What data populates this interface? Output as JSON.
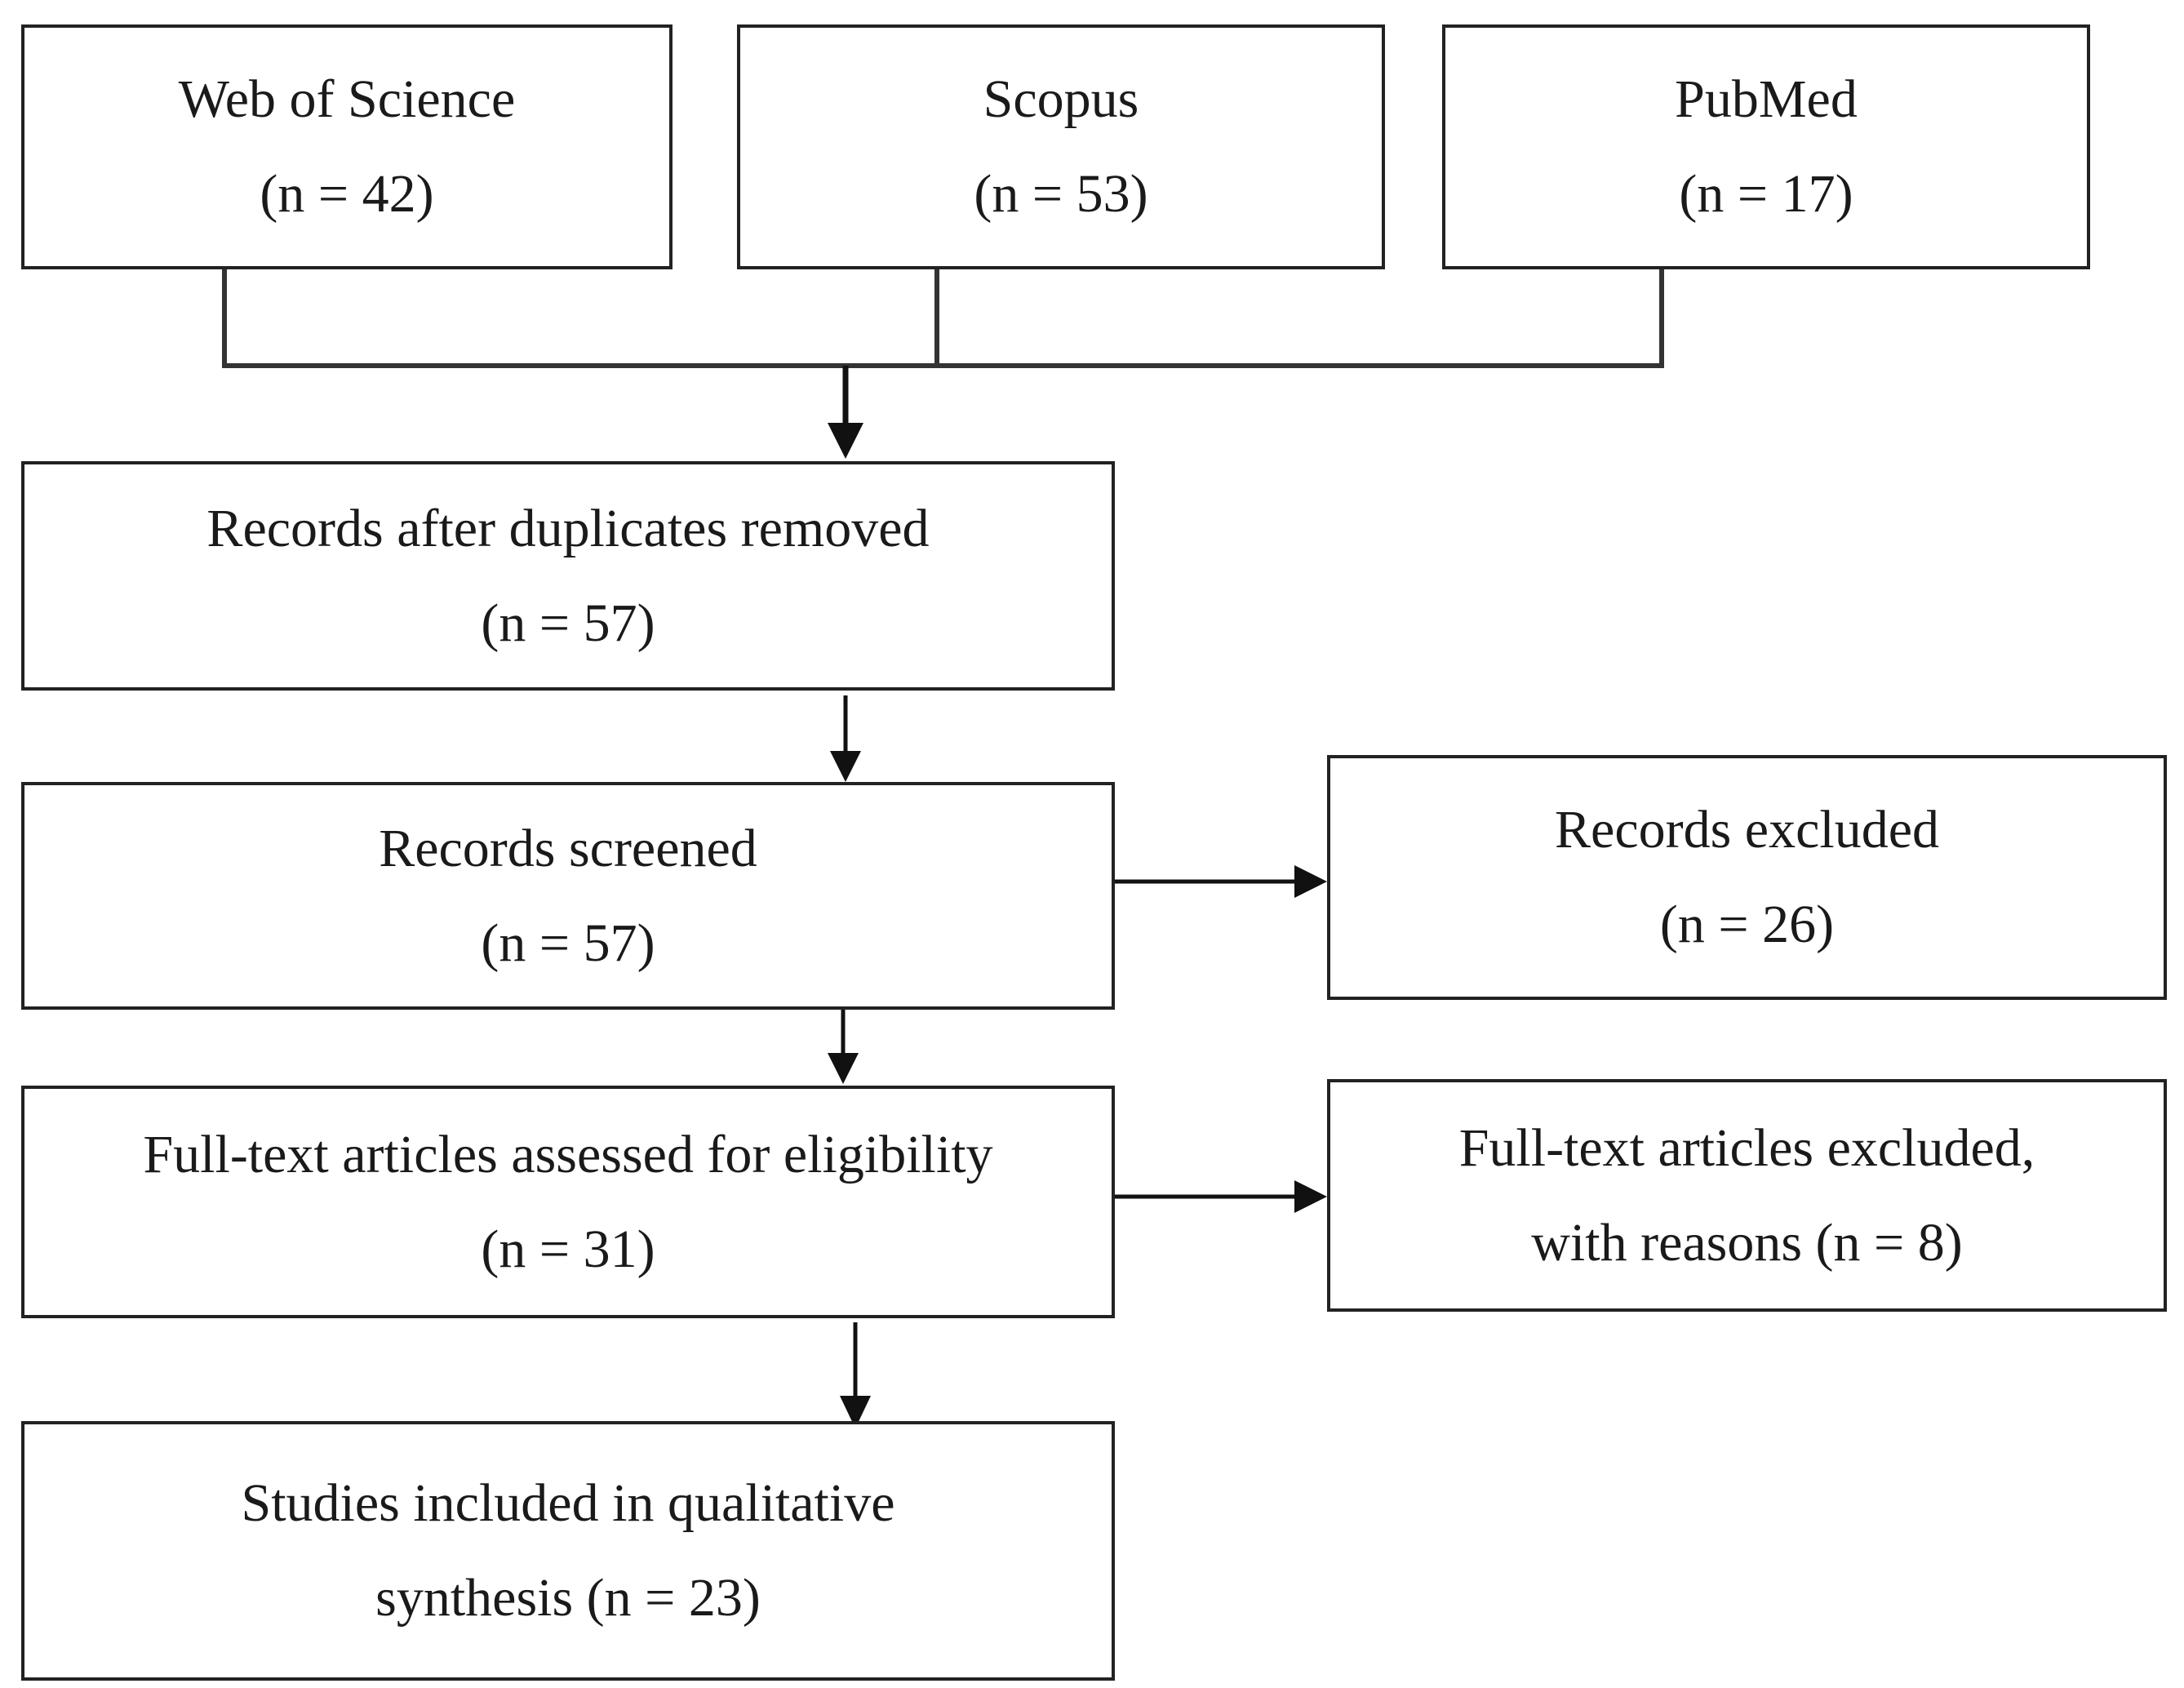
{
  "sources": [
    {
      "name": "Web of Science",
      "count": "(n = 42)"
    },
    {
      "name": "Scopus",
      "count": "(n = 53)"
    },
    {
      "name": "PubMed",
      "count": "(n = 17)"
    }
  ],
  "flow": {
    "dedup": {
      "line1": "Records after duplicates removed",
      "line2": "(n = 57)"
    },
    "screened": {
      "line1": "Records screened",
      "line2": "(n = 57)"
    },
    "excluded": {
      "line1": "Records excluded",
      "line2": "(n = 26)"
    },
    "assessed": {
      "line1": "Full-text articles assessed for eligibility",
      "line2": "(n = 31)"
    },
    "fulltext_excluded": {
      "line1": "Full-text articles excluded,",
      "line2": "with reasons (n = 8)"
    },
    "included": {
      "line1": "Studies included in qualitative",
      "line2": "synthesis (n = 23)"
    }
  },
  "colors": {
    "stroke": "#222222",
    "background": "#ffffff",
    "text": "#1a1a1a"
  }
}
